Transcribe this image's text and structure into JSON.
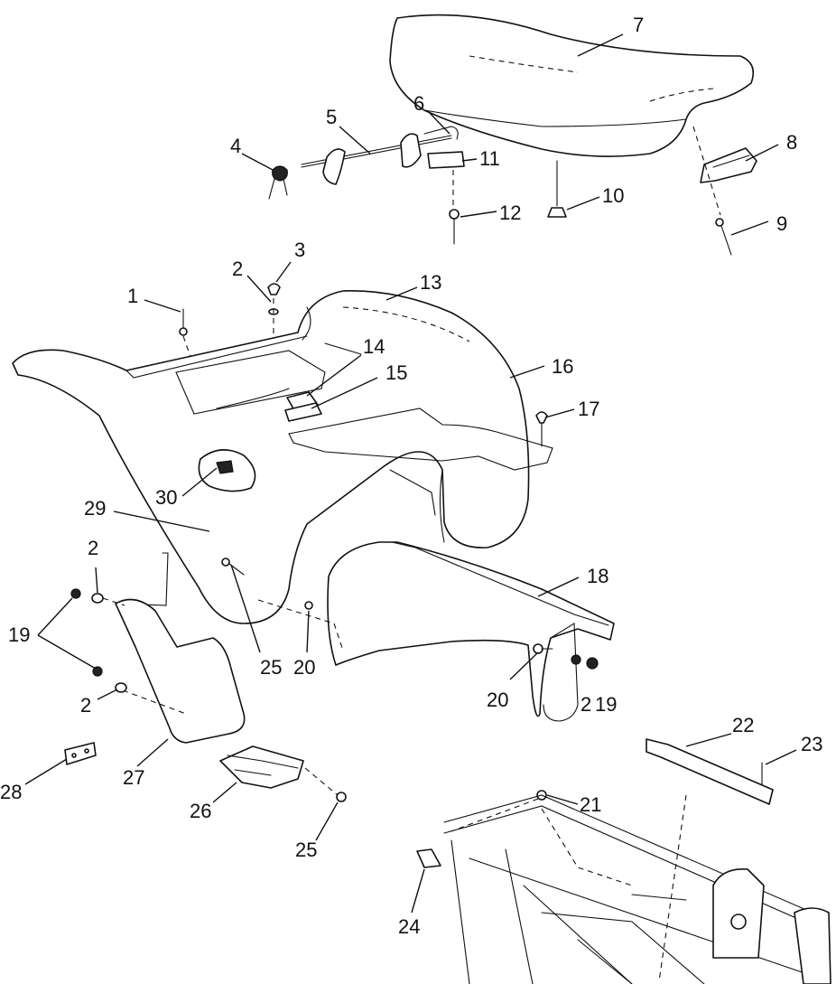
{
  "callouts": {
    "c1": "1",
    "c2a": "2",
    "c2b": "2",
    "c2c": "2",
    "c2d": "2",
    "c3": "3",
    "c4": "4",
    "c5": "5",
    "c6": "6",
    "c7": "7",
    "c8": "8",
    "c9": "9",
    "c10": "10",
    "c11": "11",
    "c12": "12",
    "c13": "13",
    "c14": "14",
    "c15": "15",
    "c16": "16",
    "c17": "17",
    "c18": "18",
    "c19a": "19",
    "c19b": "19",
    "c20a": "20",
    "c20b": "20",
    "c21": "21",
    "c22": "22",
    "c23": "23",
    "c24": "24",
    "c25a": "25",
    "c25b": "25",
    "c26": "26",
    "c27": "27",
    "c28": "28",
    "c29": "29",
    "c30": "30"
  }
}
